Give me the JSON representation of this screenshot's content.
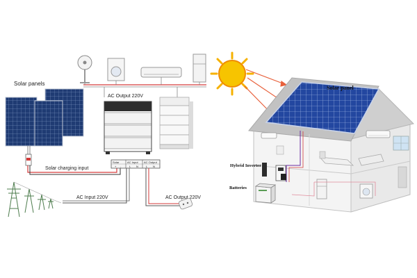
{
  "left_diagram": {
    "solar_panels_label": "Solar panels",
    "ac_output_top_label": "AC Output 220V",
    "solar_charging_label": "Solar charging input",
    "ac_input_label": "AC Input 220V",
    "ac_output_bottom_label": "AC Output 220V",
    "terminal_block": {
      "groups": [
        "Solar",
        "AC Input",
        "AC Output"
      ],
      "pins": [
        "+",
        "-",
        "L",
        "N",
        "L",
        "N"
      ]
    }
  },
  "right_diagram": {
    "solar_panel_label": "Solar panel",
    "hybrid_inverter_label": "Hybrid Inverter",
    "batteries_label": "Batteries"
  },
  "colors": {
    "panel_blue": "#1f3b73",
    "sun_yellow": "#f6b100",
    "wire_red": "#d33a3a",
    "house_gray": "#c9c9c9"
  }
}
